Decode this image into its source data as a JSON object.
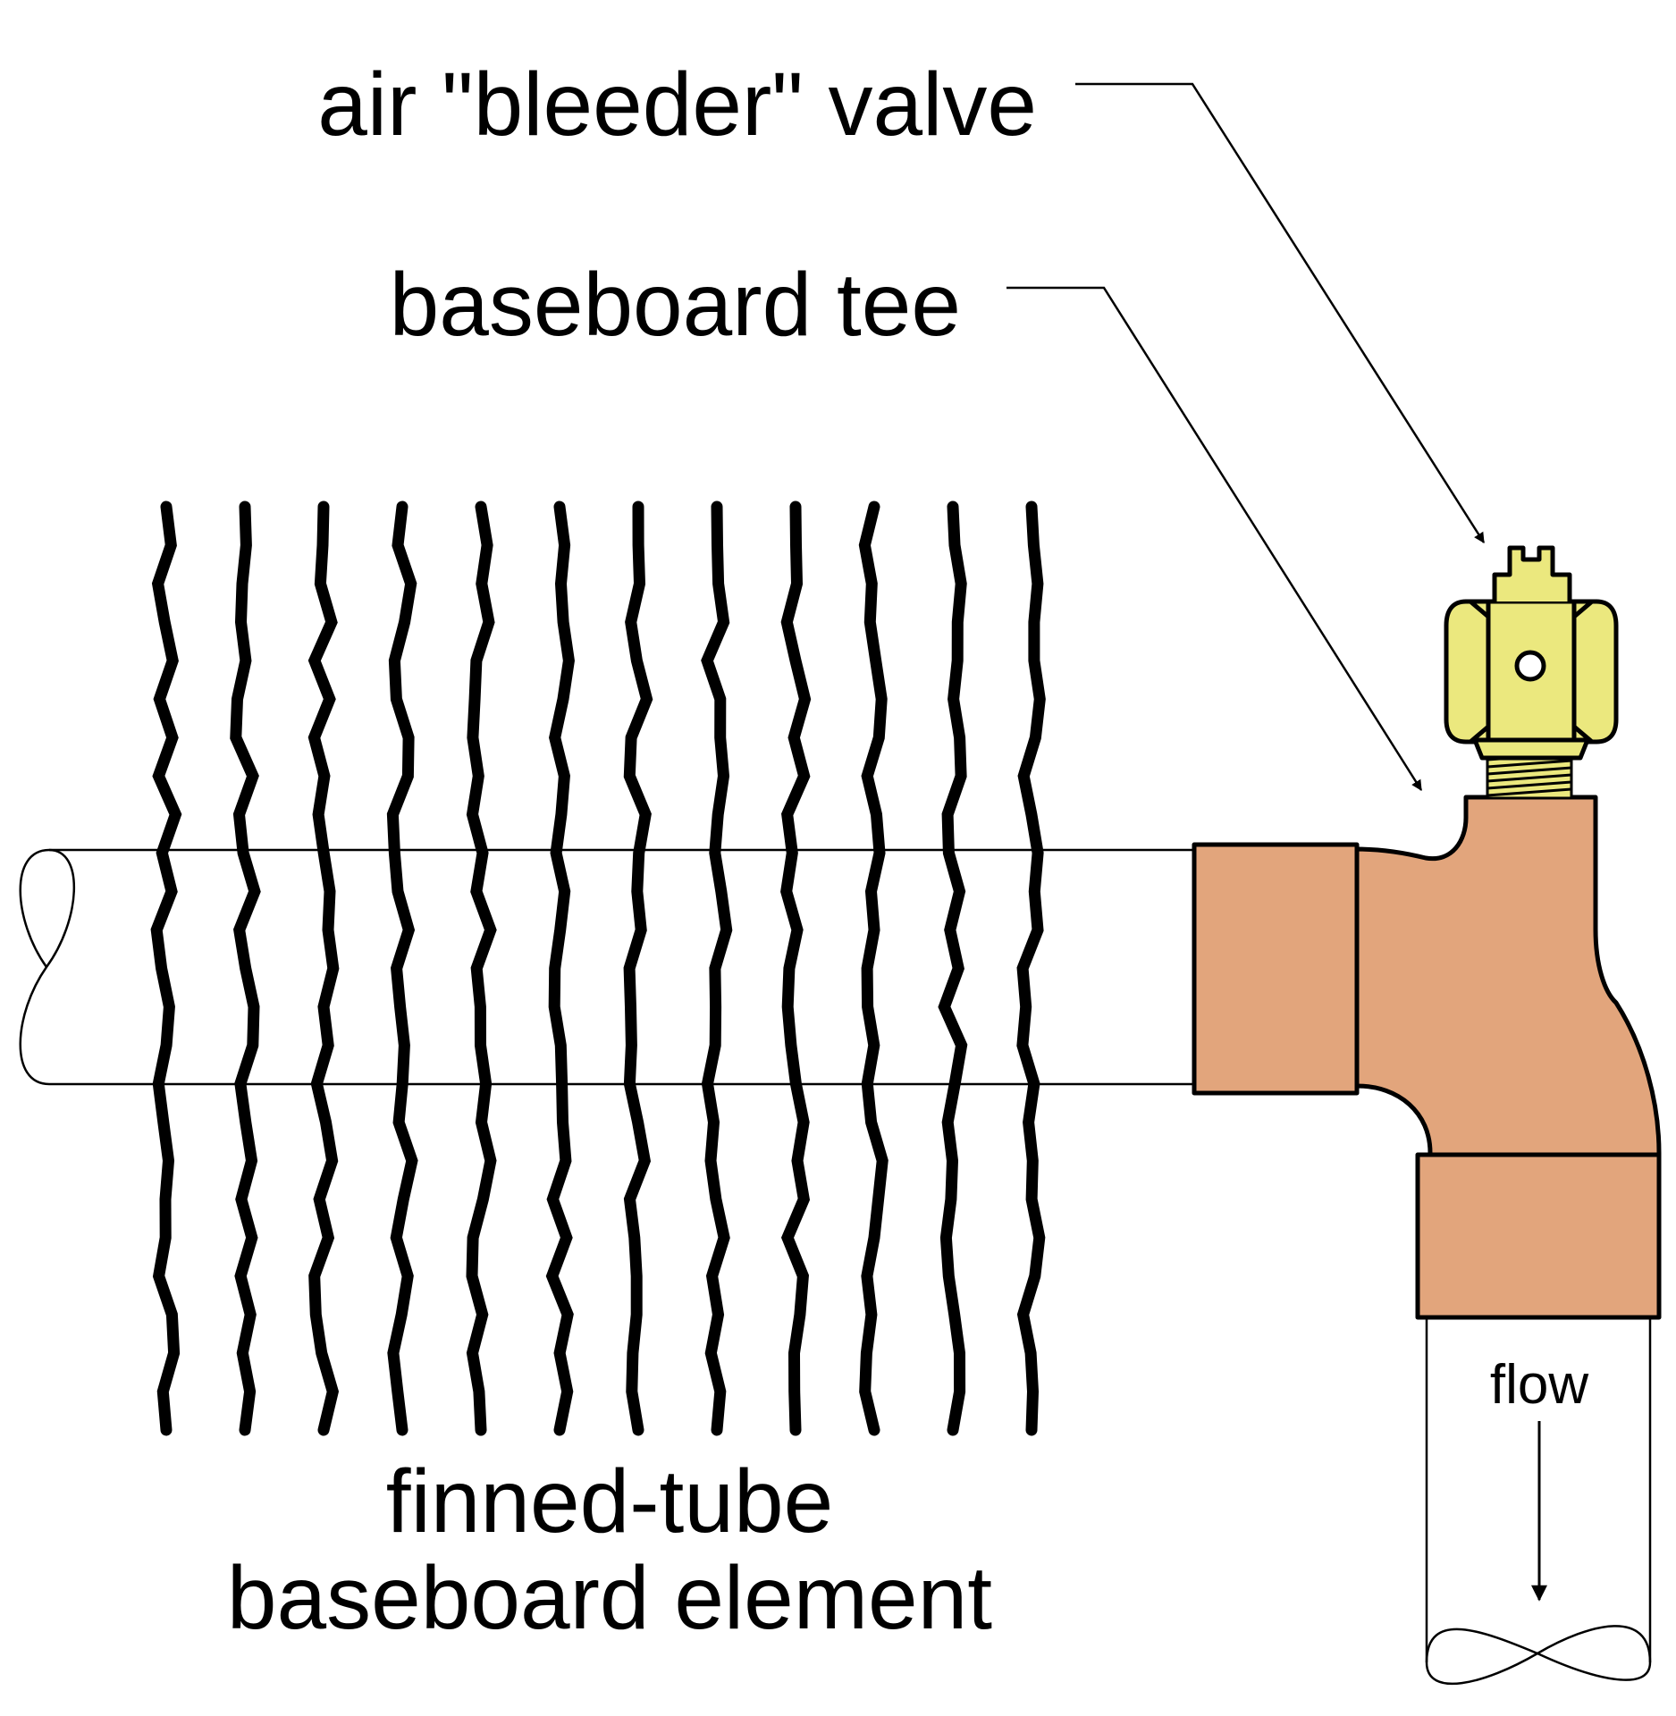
{
  "labels": {
    "bleeder_valve": "air \"bleeder\" valve",
    "baseboard_tee": "baseboard tee",
    "element_line1": "finned-tube",
    "element_line2": "baseboard element",
    "flow": "flow"
  },
  "colors": {
    "copper": "#E2A57C",
    "brass": "#EBE87E",
    "outline": "#000000",
    "background": "#FFFFFF"
  },
  "fins": {
    "count": 12
  }
}
